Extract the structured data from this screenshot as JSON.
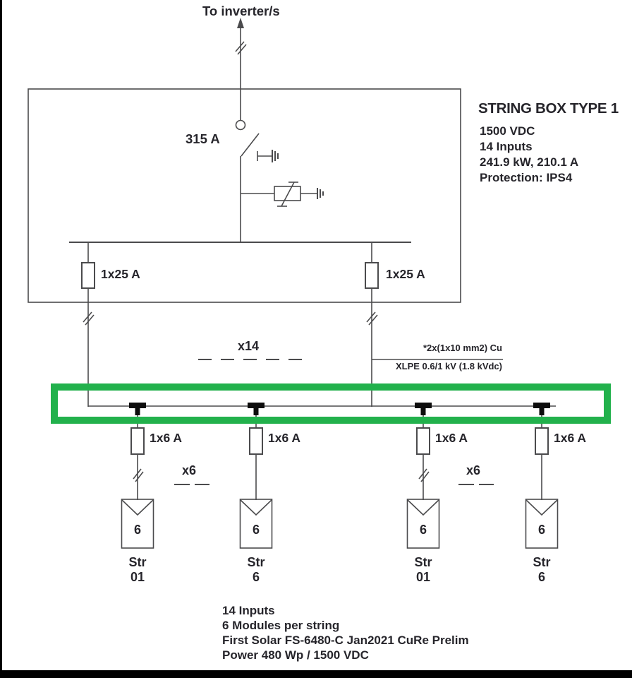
{
  "top_label": "To inverter/s",
  "string_box": {
    "title": "STRING BOX TYPE 1",
    "specs": [
      "1500 VDC",
      "14 Inputs",
      "241.9 kW, 210.1 A",
      "Protection: IPS4"
    ],
    "switch_rating": "315 A",
    "output_fuse_left": "1x25 A",
    "output_fuse_right": "1x25 A"
  },
  "feeders": {
    "multiplier_x14": "x14",
    "cable_spec_line1": "*2x(1x10 mm2) Cu",
    "cable_spec_line2": "XLPE 0.6/1 kV (1.8 kVdc)"
  },
  "multipliers": {
    "x6_left": "x6",
    "x6_right": "x6"
  },
  "strings": [
    {
      "fuse": "1x6 A",
      "module_count": "6",
      "name": "Str",
      "number": "01"
    },
    {
      "fuse": "1x6 A",
      "module_count": "6",
      "name": "Str",
      "number": "6"
    },
    {
      "fuse": "1x6 A",
      "module_count": "6",
      "name": "Str",
      "number": "01"
    },
    {
      "fuse": "1x6 A",
      "module_count": "6",
      "name": "Str",
      "number": "6"
    }
  ],
  "footer": {
    "lines": [
      "14 Inputs",
      "6 Modules per string",
      "First Solar FS-6480-C Jan2021 CuRe Prelim",
      "Power 480 Wp / 1500 VDC"
    ]
  },
  "colors": {
    "highlight": "#22b14c",
    "line": "#4b4b4d",
    "text": "#26252b"
  }
}
